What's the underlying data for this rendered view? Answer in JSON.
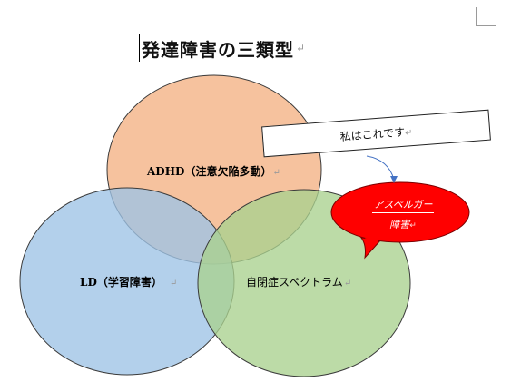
{
  "document": {
    "title": "発達障害の三類型",
    "paragraph_mark": "↵"
  },
  "diagram": {
    "circles": [
      {
        "id": "adhd",
        "label": "ADHD（注意欠陥多動）",
        "fill": "#F4B183"
      },
      {
        "id": "ld",
        "label": "LD（学習障害）",
        "fill": "#9DC3E6"
      },
      {
        "id": "asd",
        "label": "自閉症スペクトラム",
        "fill": "#A9D18E"
      }
    ],
    "callout": {
      "text": "私はこれです"
    },
    "bubble": {
      "line1": "アスペルガー",
      "line2": "障害",
      "fill": "#FF0000"
    }
  }
}
